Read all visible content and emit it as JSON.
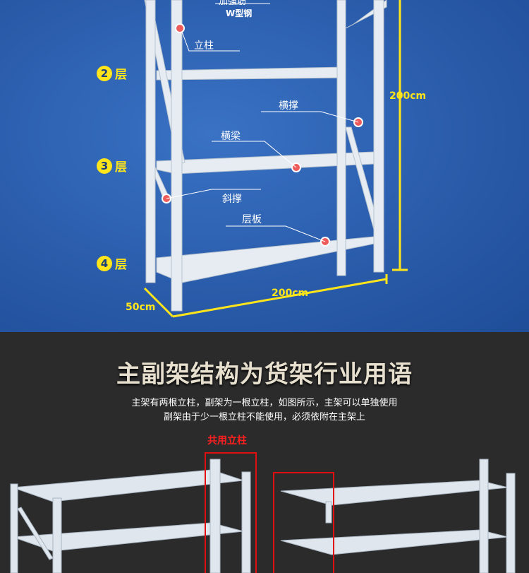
{
  "callouts": {
    "reinforce": "加强筋",
    "w_steel": "W型钢",
    "upright": "立柱",
    "cross_brace": "横撑",
    "beam": "横梁",
    "diagonal_brace": "斜撑",
    "shelf_board": "层板"
  },
  "layers": [
    {
      "num": "2",
      "label": "层"
    },
    {
      "num": "3",
      "label": "层"
    },
    {
      "num": "4",
      "label": "层"
    }
  ],
  "dimensions": {
    "height": "200cm",
    "width": "200cm",
    "depth": "50cm"
  },
  "section2": {
    "title": "主副架结构为货架行业用语",
    "desc_line1": "主架有两根立柱，副架为一根立柱，如图所示，主架可以单独使用",
    "desc_line2": "副架由于少一根立柱不能使用，必须依附在主架上",
    "shared_label": "共用立柱"
  },
  "colors": {
    "accent": "#ffe51a",
    "blue_bg": "#2a5cab",
    "dark_bg": "#2b2b2b",
    "highlight": "#e01010"
  }
}
